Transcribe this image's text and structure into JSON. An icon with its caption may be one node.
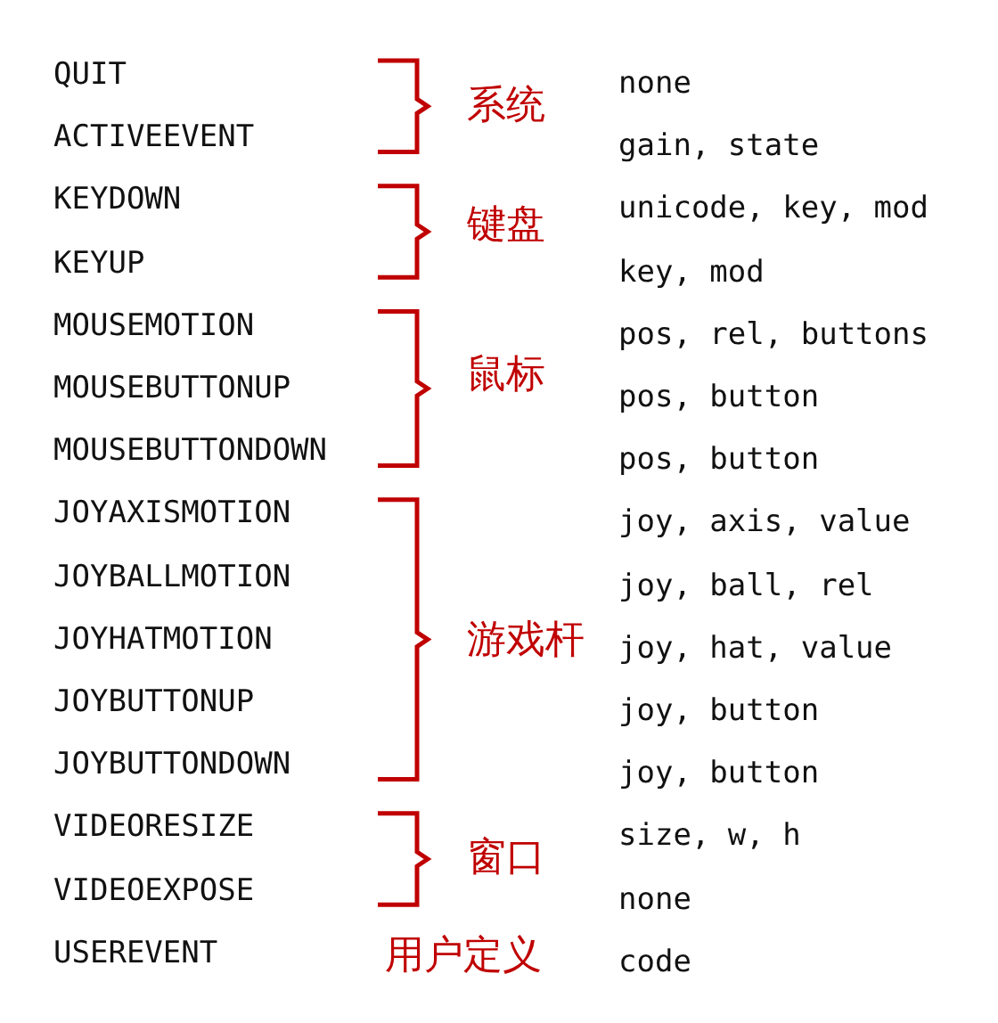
{
  "diagram": {
    "labels": [
      "QUIT",
      "系统",
      "none",
      "ACTIVEEVENT",
      "gain, state",
      "KEYDOWN",
      "键盘",
      "unicode, key, mod",
      "KEYUP",
      "key, mod",
      "MOUSEMOTION",
      "鼠标",
      "pos, rel, buttons",
      "MOUSEBUTTONUP",
      "pos, button",
      "MOUSEBUTTONDOWN",
      "pos, button",
      "JOYAXISMOTION",
      "joy, axis, value",
      "JOYBALLMOTION",
      "joy, ball, rel",
      "JOYHATMOTION",
      "游戏杆",
      "joy, hat, value",
      "JOYBUTTONUP",
      "joy, button",
      "JOYBUTTONDOWN",
      "joy, button",
      "VIDEORESIZE",
      "窗口",
      "size, w, h",
      "VIDEOEXPOSE",
      "none",
      "USEREVENT",
      "用户定义",
      "code"
    ]
  }
}
